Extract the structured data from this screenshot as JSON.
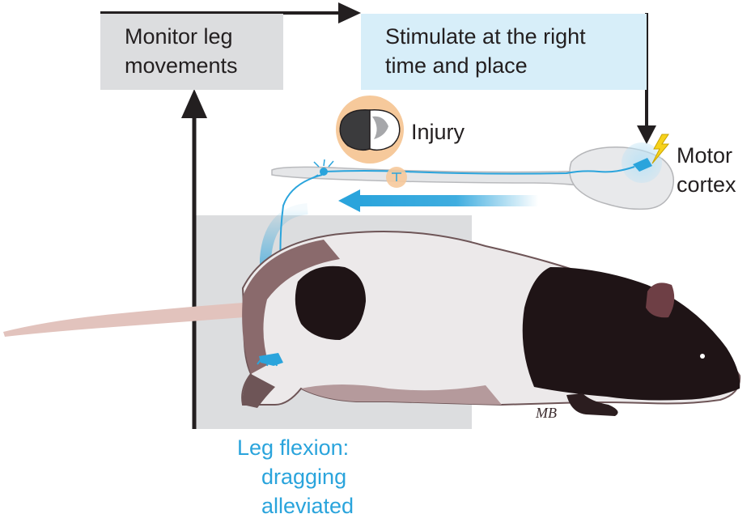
{
  "boxes": {
    "monitor": {
      "line1": "Monitor leg",
      "line2": "movements"
    },
    "stimulate": {
      "line1": "Stimulate at the right",
      "line2": "time and place"
    }
  },
  "labels": {
    "injury": "Injury",
    "motor_line1": "Motor",
    "motor_line2": "cortex",
    "flexion_line1": "Leg flexion:",
    "flexion_line2": "dragging",
    "flexion_line3": "alleviated"
  },
  "signature": "MB",
  "colors": {
    "monitor_box": "#dcdddf",
    "stimulate_box": "#d7eef9",
    "accent_blue": "#2aa4dc",
    "arrow": "#231f20",
    "injury_circle": "#f6c99b",
    "rat_dark": "#1f1416",
    "rat_white": "#ece9ea"
  }
}
